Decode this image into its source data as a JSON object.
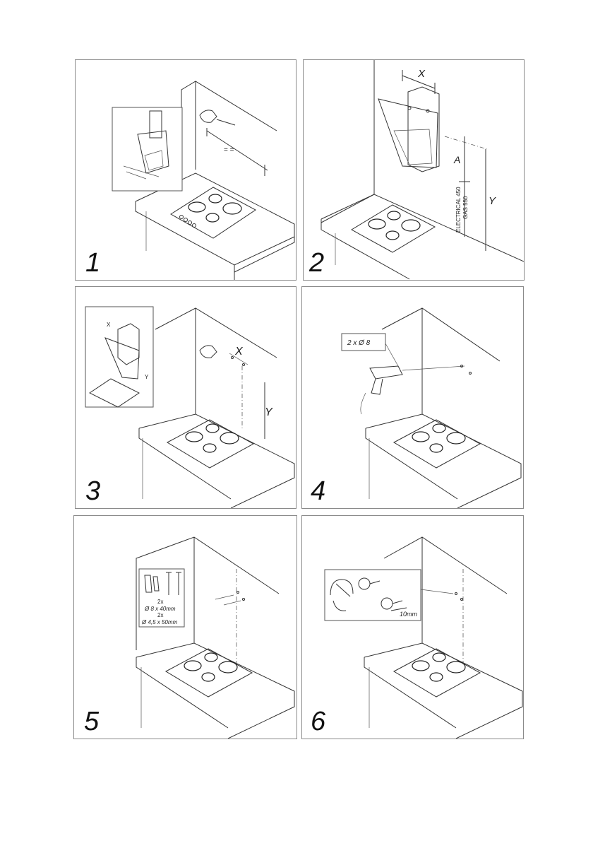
{
  "panels": [
    {
      "step": "1"
    },
    {
      "step": "2",
      "dim_x": "X",
      "dim_a": "A",
      "dim_y": "Y",
      "electrical": "ELECTRICAL 450",
      "gas": "GAS 550"
    },
    {
      "step": "3",
      "dim_x": "X",
      "dim_y": "Y",
      "inset_x": "X",
      "inset_y": "Y"
    },
    {
      "step": "4",
      "drill_label": "2 x Ø 8"
    },
    {
      "step": "5",
      "qty1": "2x",
      "spec1": "Ø 8 x 40mm",
      "qty2": "2x",
      "spec2": "Ø 4,5 x 50mm"
    },
    {
      "step": "6",
      "depth_label": "10mm"
    }
  ]
}
